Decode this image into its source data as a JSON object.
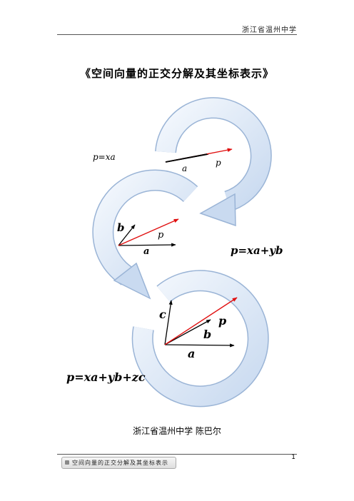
{
  "header": {
    "text": "浙江省温州中学"
  },
  "title": "《空间向量的正交分解及其坐标表示》",
  "figure": {
    "panel1": {
      "formula": "p=xa",
      "vector_a": "a",
      "vector_p": "p"
    },
    "panel2": {
      "formula": "p=xa+yb",
      "vector_a": "a",
      "vector_b": "b",
      "vector_p": "p"
    },
    "panel3": {
      "formula": "p=xa+yb+zc",
      "vector_a": "a",
      "vector_b": "b",
      "vector_c": "c",
      "vector_p": "p"
    },
    "colors": {
      "arrow_fill": "#d7e4f4",
      "arrow_edge": "#9ab4d6",
      "vector_black": "#000000",
      "vector_red": "#e01010"
    }
  },
  "author": "浙江省温州中学 陈巴尔",
  "footer": {
    "text": "空间向量的正交分解及其坐标表示",
    "page_number": "1"
  }
}
